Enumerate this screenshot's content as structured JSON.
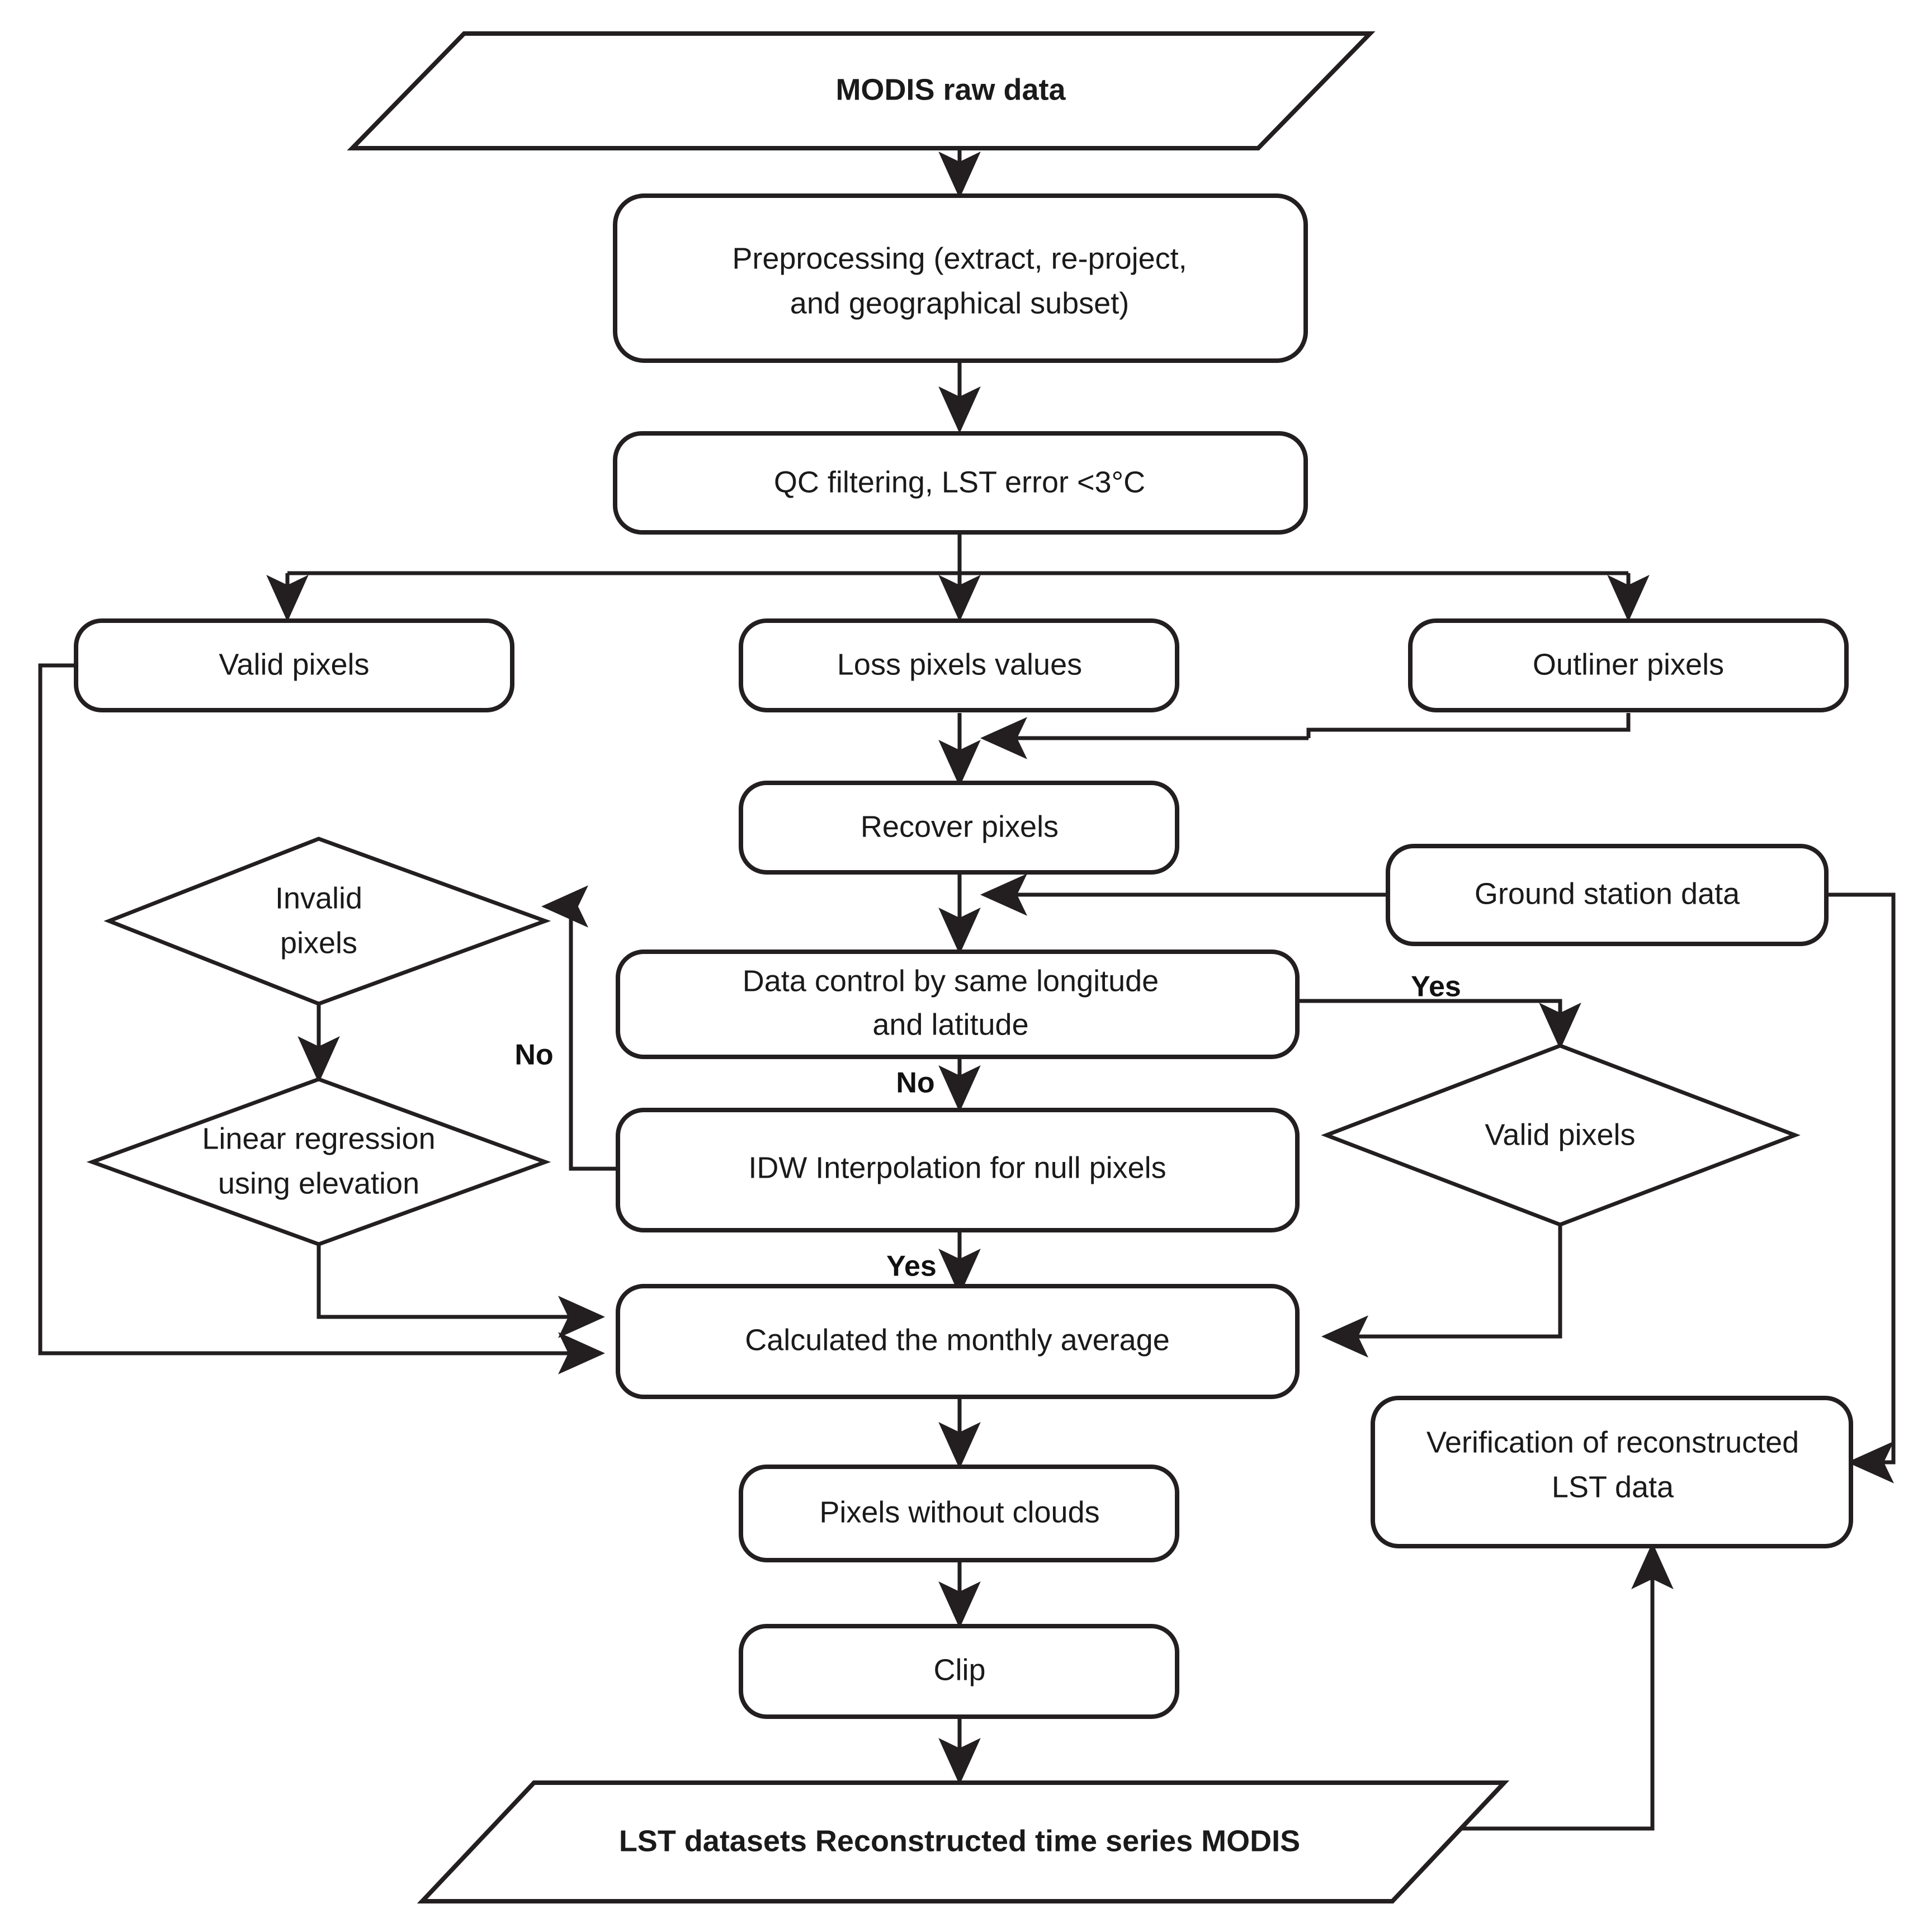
{
  "diagram": {
    "title_node": "MODIS raw data",
    "type": "flowchart",
    "nodes": [
      {
        "id": "modis_raw",
        "label": "MODIS raw data",
        "shape": "parallelogram",
        "bold": true
      },
      {
        "id": "preprocessing",
        "label_line1": "Preprocessing (extract, re-project,",
        "label_line2": "and geographical subset)",
        "shape": "rounded-rect"
      },
      {
        "id": "qc_filtering",
        "label": "QC filtering, LST error <3°C",
        "shape": "rounded-rect"
      },
      {
        "id": "valid_pixels_a",
        "label": "Valid pixels",
        "shape": "rounded-rect"
      },
      {
        "id": "loss_pixels",
        "label": "Loss pixels values",
        "shape": "rounded-rect"
      },
      {
        "id": "outliner",
        "label": "Outliner pixels",
        "shape": "rounded-rect"
      },
      {
        "id": "recover",
        "label": "Recover pixels",
        "shape": "rounded-rect"
      },
      {
        "id": "ground_station",
        "label": "Ground station data",
        "shape": "rounded-rect"
      },
      {
        "id": "invalid_pixels",
        "label_line1": "Invalid",
        "label_line2": "pixels",
        "shape": "diamond"
      },
      {
        "id": "linear_reg",
        "label_line1": "Linear regression",
        "label_line2": "using elevation",
        "shape": "diamond"
      },
      {
        "id": "data_control",
        "label_line1": "Data control by same longitude",
        "label_line2": "and latitude",
        "shape": "rounded-rect"
      },
      {
        "id": "idw",
        "label": "IDW Interpolation for null pixels",
        "shape": "rounded-rect"
      },
      {
        "id": "valid_pixels_b",
        "label": "Valid pixels",
        "shape": "diamond"
      },
      {
        "id": "monthly_avg",
        "label": "Calculated the monthly average",
        "shape": "rounded-rect"
      },
      {
        "id": "verification",
        "label_line1": "Verification of reconstructed",
        "label_line2": "LST data",
        "shape": "rounded-rect"
      },
      {
        "id": "no_clouds",
        "label": "Pixels without clouds",
        "shape": "rounded-rect"
      },
      {
        "id": "clip",
        "label": "Clip",
        "shape": "rounded-rect"
      },
      {
        "id": "lst_datasets",
        "label": "LST datasets Reconstructed time series MODIS",
        "shape": "parallelogram",
        "bold": true
      }
    ],
    "edge_labels": {
      "invalid_no": "No",
      "data_control_yes": "Yes",
      "data_control_no": "No",
      "idw_yes": "Yes"
    },
    "colors": {
      "stroke": "#231f20",
      "text": "#1a1a1a",
      "background": "#ffffff"
    }
  }
}
